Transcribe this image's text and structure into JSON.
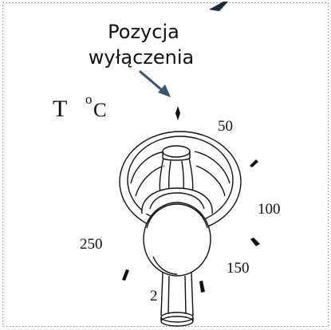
{
  "callout": {
    "line1": "Pozycja",
    "line2": "wyłączenia"
  },
  "unit": {
    "symbol": "T",
    "degree": "o",
    "letter": "C"
  },
  "scale": {
    "labels": [
      "50",
      "100",
      "150",
      "2",
      "250"
    ]
  },
  "colors": {
    "ink": "#111111",
    "arrow": "#3c5569",
    "border": "#7a8a9a"
  }
}
